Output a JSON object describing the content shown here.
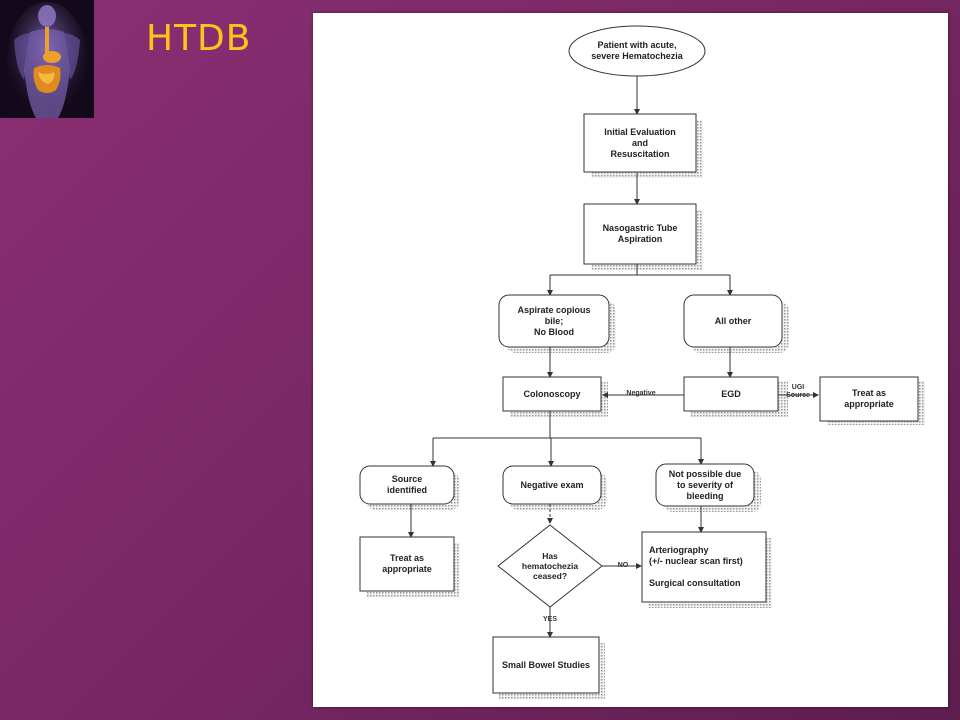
{
  "slide": {
    "title": "HTDB",
    "thumbnail_icon": "digestive-system-anatomy-icon"
  },
  "flowchart": {
    "nodes": {
      "start": "Patient with acute,\nsevere Hematochezia",
      "initial_eval": "Initial Evaluation\nand\nResuscitation",
      "ng_tube": "Nasogastric Tube\nAspiration",
      "aspirate_bile": "Aspirate copious\nbile;\nNo Blood",
      "all_other": "All other",
      "colonoscopy": "Colonoscopy",
      "egd": "EGD",
      "treat_ugi": "Treat as\nappropriate",
      "source_identified": "Source\nidentified",
      "negative_exam": "Negative exam",
      "not_possible": "Not possible due\nto severity of\nbleeding",
      "treat_source": "Treat as\nappropriate",
      "ceased": "Has\nhematochezia\nceased?",
      "arteriography": "Arteriography\n(+/- nuclear scan first)\n\nSurgical consultation",
      "small_bowel": "Small Bowel Studies"
    },
    "edge_labels": {
      "negative": "Negative",
      "ugi_source": "UGI\nSource",
      "no": "NO",
      "yes": "YES"
    }
  }
}
